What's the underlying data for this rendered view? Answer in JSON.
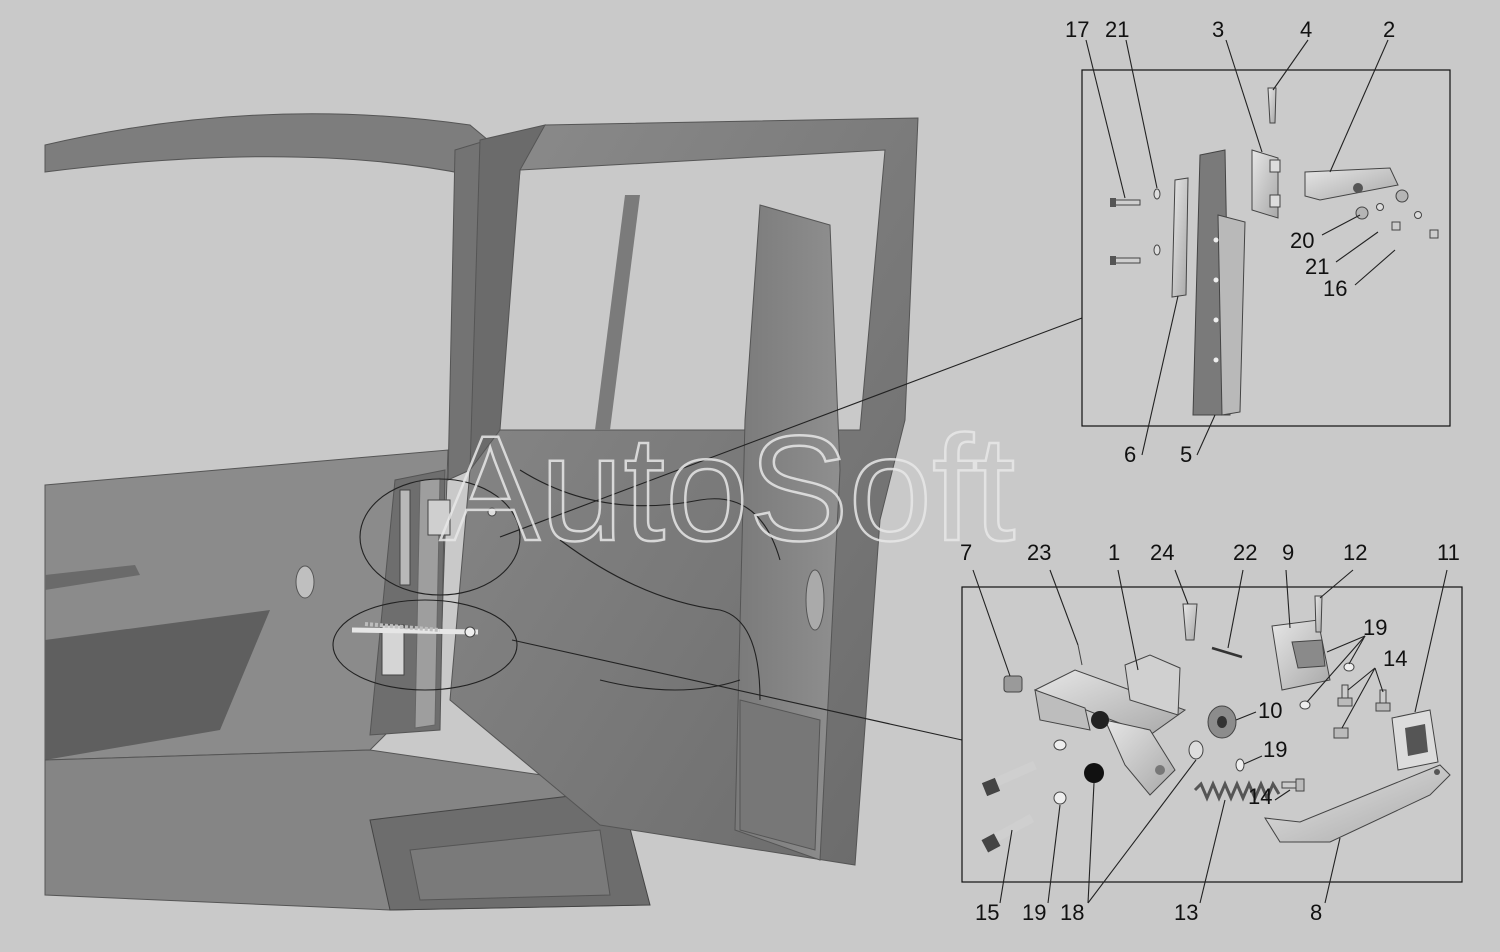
{
  "watermark": "AutoSoft",
  "colors": {
    "background": "#c9c9c9",
    "panel_dark": "#6f6f6f",
    "panel_mid": "#8a8a8a",
    "panel_light": "#a9a9a9",
    "part_light": "#d8d8d8",
    "line": "#222222"
  },
  "top_inset": {
    "labels": {
      "l17": "17",
      "l21a": "21",
      "l3": "3",
      "l4": "4",
      "l2": "2",
      "l20": "20",
      "l21b": "21",
      "l16": "16",
      "l6": "6",
      "l5": "5"
    }
  },
  "bottom_inset": {
    "labels": {
      "l7": "7",
      "l23": "23",
      "l1": "1",
      "l24": "24",
      "l22": "22",
      "l9": "9",
      "l12": "12",
      "l11": "11",
      "l19a": "19",
      "l14a": "14",
      "l10": "10",
      "l19b": "19",
      "l14b": "14",
      "l15": "15",
      "l19c": "19",
      "l18": "18",
      "l13": "13",
      "l8": "8"
    }
  }
}
